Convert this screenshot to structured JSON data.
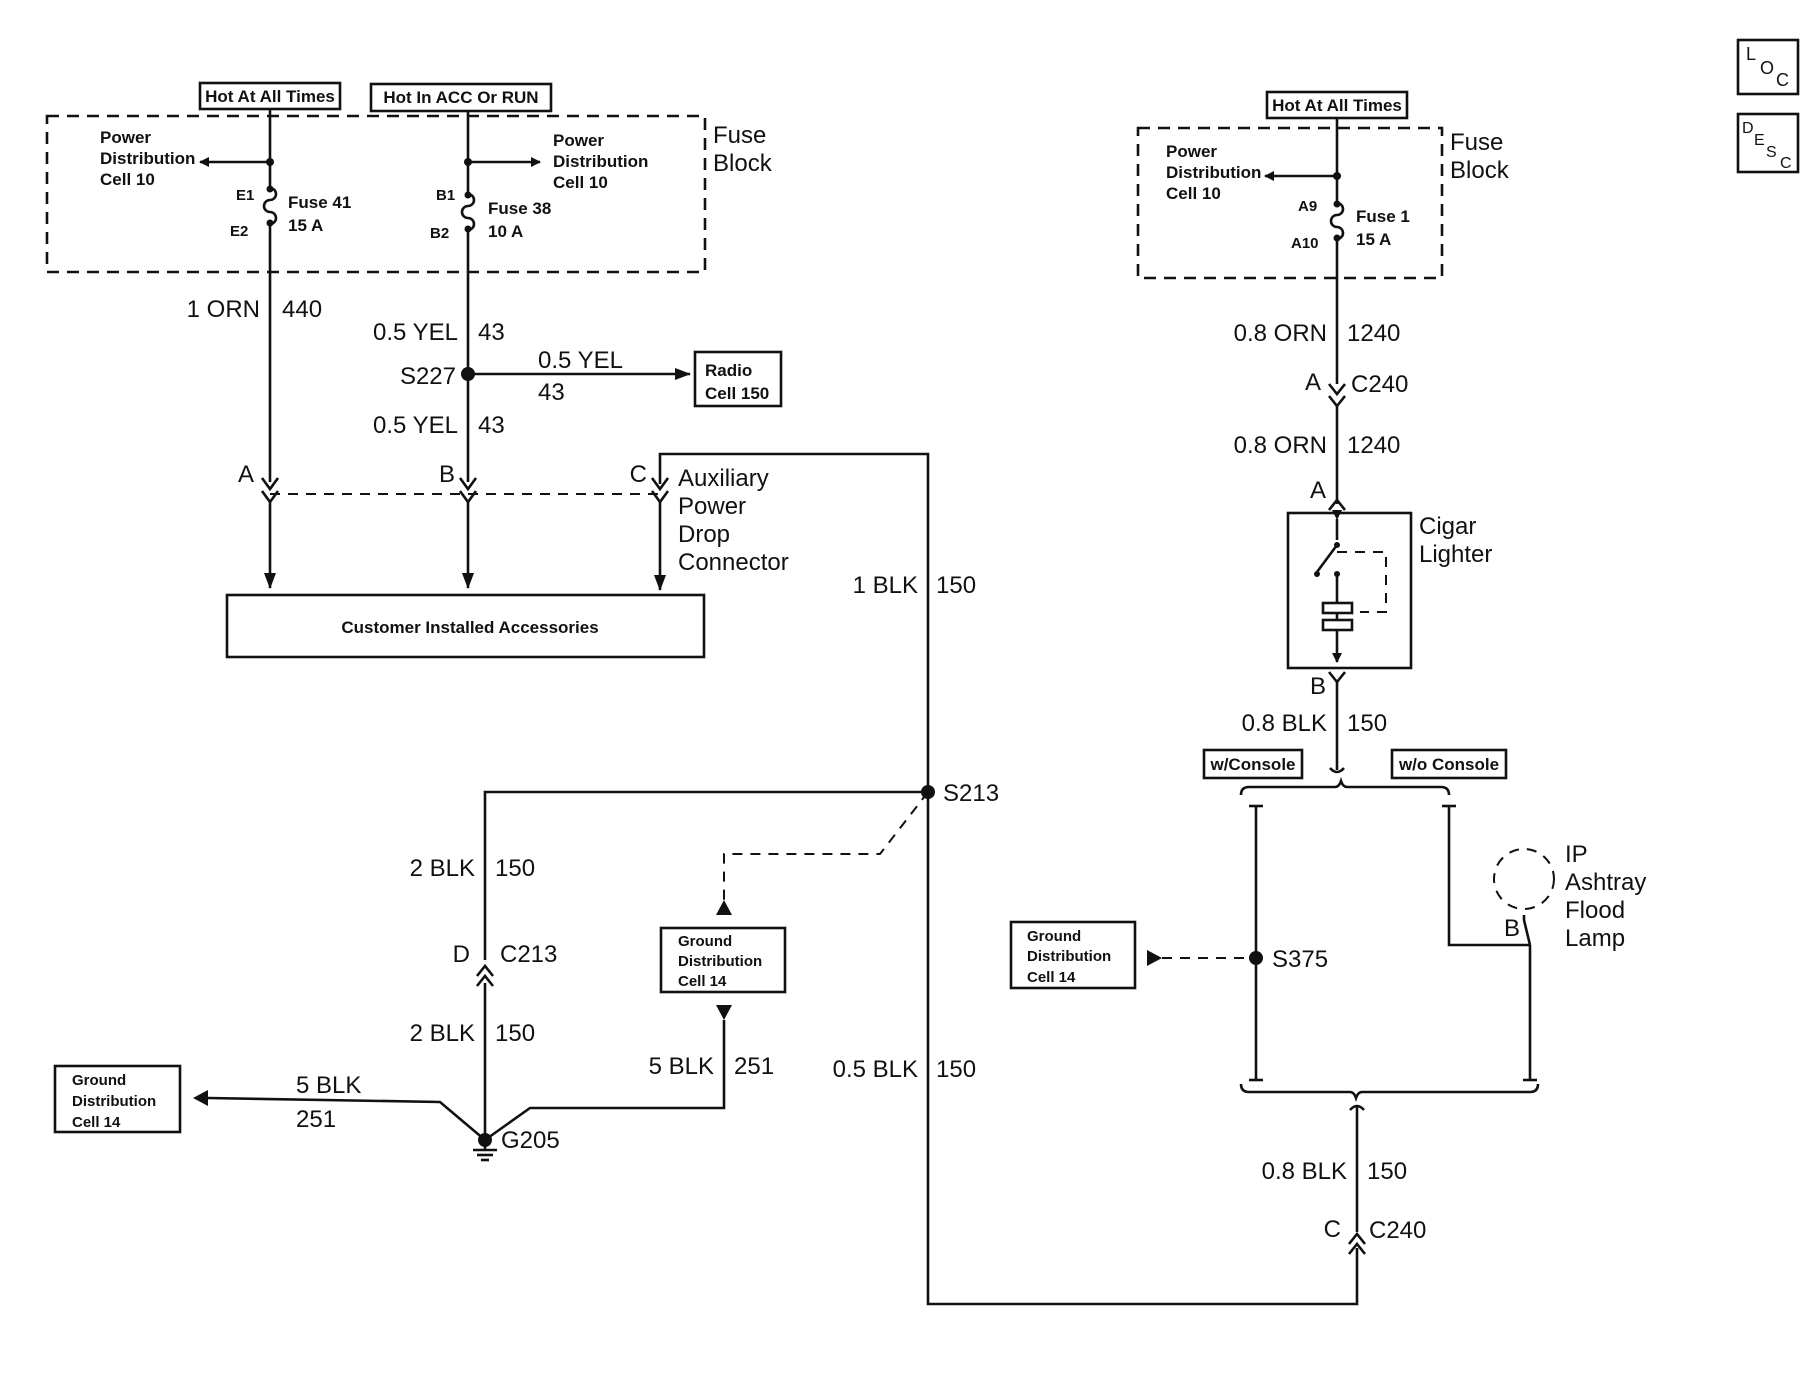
{
  "icons": {
    "loc": "loc-icon",
    "desc": "desc-icon"
  },
  "left": {
    "hot_all_times": "Hot At All Times",
    "hot_acc_run": "Hot In ACC Or RUN",
    "fuse_block": [
      "Fuse",
      "Block"
    ],
    "pd_left": [
      "Power",
      "Distribution",
      "Cell 10"
    ],
    "pd_right": [
      "Power",
      "Distribution",
      "Cell 10"
    ],
    "fuse41": {
      "pin_top": "E1",
      "pin_bot": "E2",
      "name": "Fuse 41",
      "rating": "15 A"
    },
    "fuse38": {
      "pin_top": "B1",
      "pin_bot": "B2",
      "name": "Fuse 38",
      "rating": "10 A"
    },
    "wire_440": {
      "gauge": "1 ORN",
      "circuit": "440"
    },
    "wire_43_a": {
      "gauge": "0.5 YEL",
      "circuit": "43"
    },
    "wire_43_b": {
      "gauge": "0.5 YEL",
      "circuit": "43"
    },
    "wire_43_c": {
      "gauge": "0.5 YEL",
      "circuit": "43"
    },
    "splice_s227": "S227",
    "radio": [
      "Radio",
      "Cell 150"
    ],
    "aux_pins": {
      "a": "A",
      "b": "B",
      "c": "C"
    },
    "aux_connector": [
      "Auxiliary",
      "Power",
      "Drop",
      "Connector"
    ],
    "accessories": "Customer Installed Accessories"
  },
  "ground": {
    "wire_1blk": {
      "gauge": "1 BLK",
      "circuit": "150"
    },
    "splice_s213": "S213",
    "wire_2blk_a": {
      "gauge": "2 BLK",
      "circuit": "150"
    },
    "c213": {
      "pin": "D",
      "name": "C213"
    },
    "wire_2blk_b": {
      "gauge": "2 BLK",
      "circuit": "150"
    },
    "gd_middle": [
      "Ground",
      "Distribution",
      "Cell 14"
    ],
    "gd_left": [
      "Ground",
      "Distribution",
      "Cell 14"
    ],
    "wire_5blk_left": {
      "gauge": "5 BLK",
      "circuit": "251"
    },
    "wire_5blk_mid": {
      "gauge": "5 BLK",
      "circuit": "251"
    },
    "wire_05blk": {
      "gauge": "0.5 BLK",
      "circuit": "150"
    },
    "g205": "G205"
  },
  "right": {
    "hot_all_times": "Hot At All Times",
    "fuse_block": [
      "Fuse",
      "Block"
    ],
    "pd": [
      "Power",
      "Distribution",
      "Cell 10"
    ],
    "fuse1": {
      "pin_top": "A9",
      "pin_bot": "A10",
      "name": "Fuse 1",
      "rating": "15 A"
    },
    "wire_1240_a": {
      "gauge": "0.8 ORN",
      "circuit": "1240"
    },
    "c240_top": {
      "pin": "A",
      "name": "C240"
    },
    "wire_1240_b": {
      "gauge": "0.8 ORN",
      "circuit": "1240"
    },
    "lighter_pin_a": "A",
    "lighter_pin_b": "B",
    "cigar_lighter": [
      "Cigar",
      "Lighter"
    ],
    "wire_08blk_a": {
      "gauge": "0.8 BLK",
      "circuit": "150"
    },
    "w_console": "w/Console",
    "wo_console": "w/o Console",
    "ip_ashtray": [
      "IP",
      "Ashtray",
      "Flood",
      "Lamp"
    ],
    "lamp_pin": "B",
    "gd": [
      "Ground",
      "Distribution",
      "Cell 14"
    ],
    "splice_s375": "S375",
    "wire_08blk_b": {
      "gauge": "0.8 BLK",
      "circuit": "150"
    },
    "c240_bot": {
      "pin": "C",
      "name": "C240"
    }
  }
}
